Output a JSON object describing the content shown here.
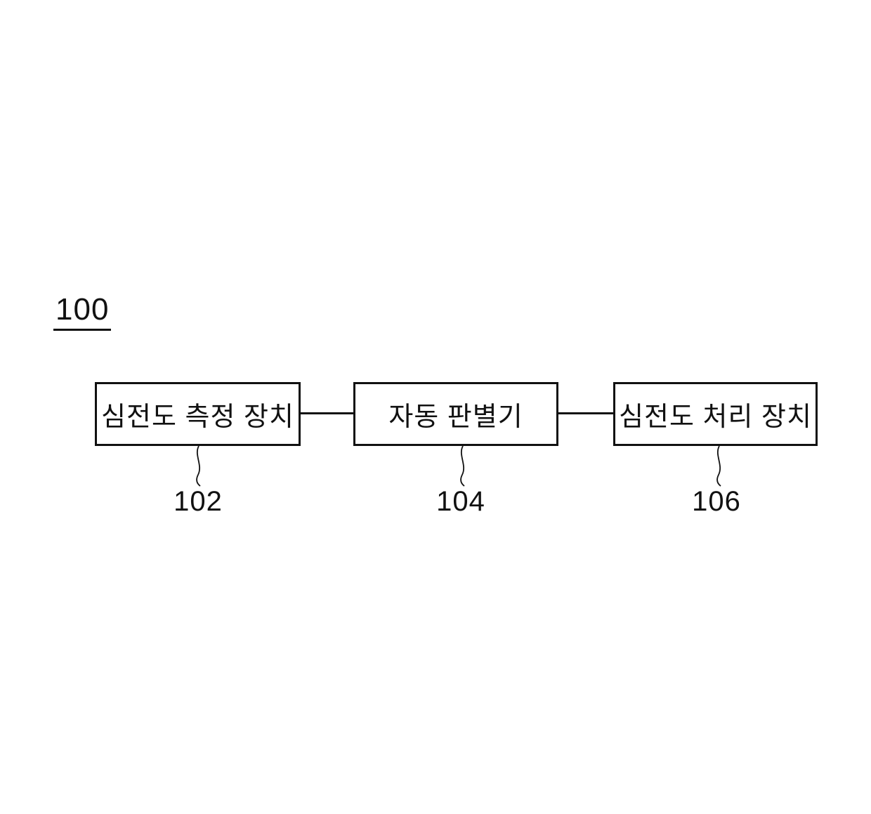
{
  "figure": {
    "title": "100",
    "type": "block-diagram",
    "nodes": [
      {
        "label": "심전도 측정 장치",
        "ref": "102"
      },
      {
        "label": "자동 판별기",
        "ref": "104"
      },
      {
        "label": "심전도 처리 장치",
        "ref": "106"
      }
    ],
    "connections": [
      {
        "from": "102",
        "to": "104"
      },
      {
        "from": "104",
        "to": "106"
      }
    ],
    "colors": {
      "line": "#111111",
      "text": "#111111",
      "background": "#ffffff"
    }
  }
}
